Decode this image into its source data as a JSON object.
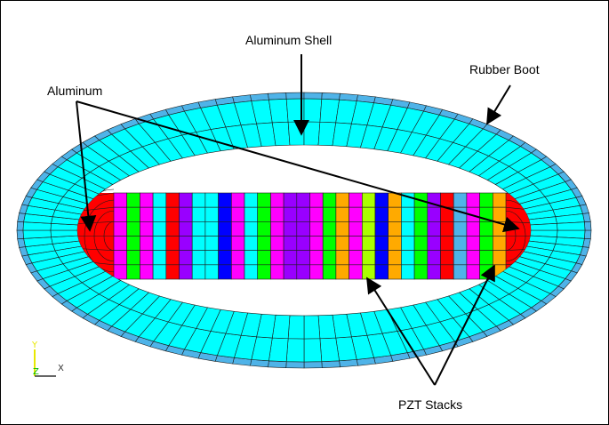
{
  "labels": {
    "aluminum_shell": "Aluminum Shell",
    "rubber_boot": "Rubber Boot",
    "aluminum": "Aluminum",
    "pzt_stacks": "PZT Stacks"
  },
  "triad": {
    "y": "Y",
    "z": "Z",
    "x": "X"
  },
  "colors": {
    "rubber_boot": "#4fb3e8",
    "aluminum_shell": "#00ffff",
    "aluminum_ends": "#ff0000",
    "mesh_line": "#1a1a1a",
    "stack_palette": [
      "#ff00ff",
      "#00ff00",
      "#ff00ff",
      "#00ffff",
      "#ff0000",
      "#9900ff",
      "#00ffff",
      "#00ffff",
      "#0000ff",
      "#ff00ff",
      "#00ffff",
      "#00ff00",
      "#ff00ff",
      "#9900ff",
      "#9900ff",
      "#ff00ff",
      "#00ff00",
      "#ffaa00",
      "#ff00ff",
      "#aaff00",
      "#0000ff",
      "#ffaa00",
      "#00ffff",
      "#00ff00",
      "#9900ff",
      "#ff0000",
      "#4fb3e8",
      "#ff00ff",
      "#00ff00",
      "#ffaa00"
    ],
    "triad_y": "#e8e800",
    "triad_x": "#333333",
    "triad_z": "#00bb00"
  }
}
